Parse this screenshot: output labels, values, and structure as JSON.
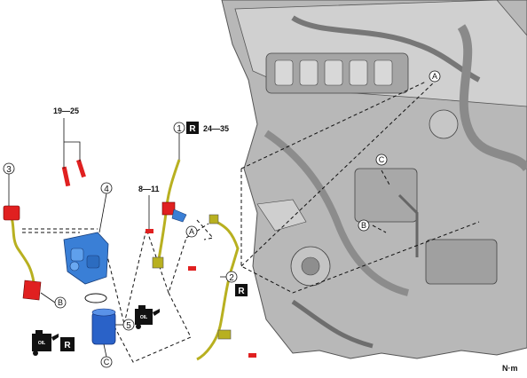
{
  "labels": {
    "torque_bolts": "19—25",
    "torque_small_bolt": "8—11",
    "torque_pipe": "24—35",
    "unit": "N·m"
  },
  "parts": {
    "p1": "1",
    "p2": "2",
    "p3": "3",
    "p4": "4",
    "p5": "5"
  },
  "refs": {
    "A": "A",
    "B": "B",
    "C": "C"
  },
  "symbols": {
    "replace": "R",
    "oil": "OIL"
  },
  "colors": {
    "engine": "#9a9a9a",
    "pipe": "#b8b020",
    "pump": "#3a7fd6",
    "bolt": "#e02020"
  },
  "icons": [
    "engine-image",
    "replace-mark-icon",
    "oil-can-icon",
    "bolt-icon"
  ]
}
